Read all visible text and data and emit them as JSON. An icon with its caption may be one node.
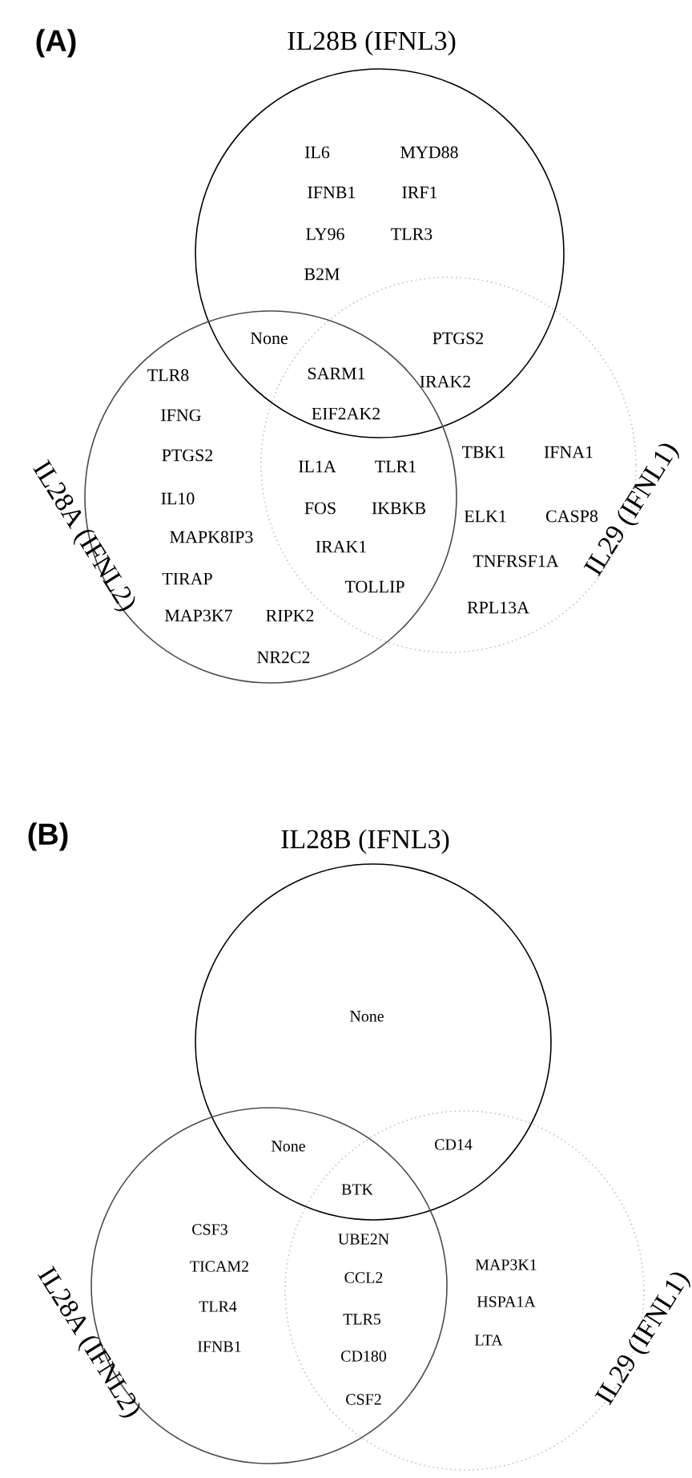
{
  "diagram": {
    "nodes": [
      {
        "text": [
          "IL28B (IFNL3)"
        ]
      },
      {
        "text": [
          "IL28A (IFNL2)"
        ]
      },
      {
        "text": [
          "IL29 (IFNL1)"
        ]
      },
      {
        "text": [
          "IL28B (IFNL3)"
        ]
      },
      {
        "text": [
          "IL28A (IFNL2)"
        ]
      },
      {
        "text": [
          "IL29 (IFNL1)"
        ]
      }
    ],
    "labels": [
      "(A)",
      "IL6",
      "MYD88",
      "IFNB1",
      "IRF1",
      "LY96",
      "TLR3",
      "B2M",
      "None",
      "PTGS2",
      "TLR8",
      "SARM1",
      "IRAK2",
      "IFNG",
      "EIF2AK2",
      "PTGS2",
      "IL1A",
      "TLR1",
      "TBK1",
      "IFNA1",
      "IL10",
      "FOS",
      "IKBKB",
      "ELK1",
      "CASP8",
      "MAPK8IP3",
      "IRAK1",
      "TNFRSF1A",
      "TIRAP",
      "TOLLIP",
      "RPL13A",
      "MAP3K7",
      "RIPK2",
      "NR2C2",
      "(B)",
      "None",
      "None",
      "CD14",
      "BTK",
      "CSF3",
      "UBE2N",
      "TICAM2",
      "CCL2",
      "MAP3K1",
      "TLR4",
      "TLR5",
      "HSPA1A",
      "IFNB1",
      "CD180",
      "LTA",
      "CSF2"
    ]
  }
}
